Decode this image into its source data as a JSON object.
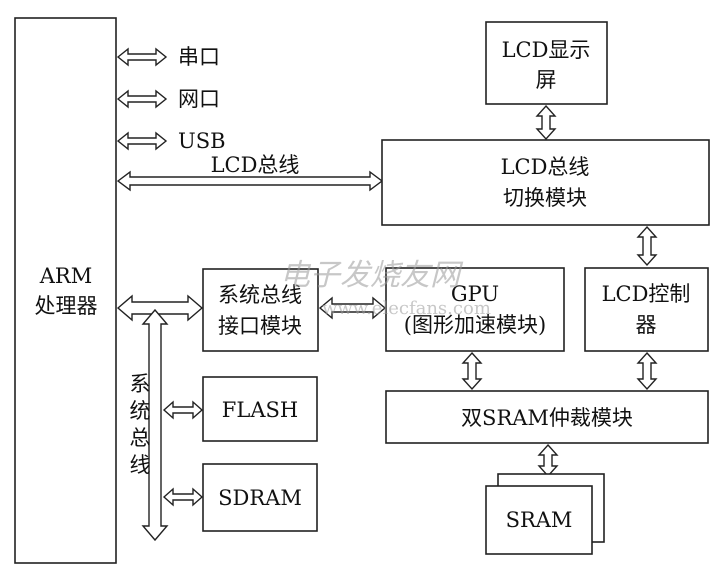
{
  "blocks": {
    "arm_line1": "ARM",
    "arm_line2": "处理器",
    "lcd_screen_line1": "LCD显示",
    "lcd_screen_line2": "屏",
    "lcd_switch_line1": "LCD总线",
    "lcd_switch_line2": "切换模块",
    "sys_bus_if_line1": "系统总线",
    "sys_bus_if_line2": "接口模块",
    "gpu_line1": "GPU",
    "gpu_line2": "(图形加速模块)",
    "lcd_ctrl_line1": "LCD控制",
    "lcd_ctrl_line2": "器",
    "flash": "FLASH",
    "sdram": "SDRAM",
    "dual_sram": "双SRAM仲裁模块",
    "sram": "SRAM"
  },
  "ports": {
    "serial": "串口",
    "network": "网口",
    "usb": "USB"
  },
  "buses": {
    "lcd_bus": "LCD总线",
    "system_bus_chars": [
      "系",
      "统",
      "总",
      "线"
    ]
  },
  "watermark": {
    "title": "电子发烧友网",
    "url": "www.elecfans.com"
  }
}
